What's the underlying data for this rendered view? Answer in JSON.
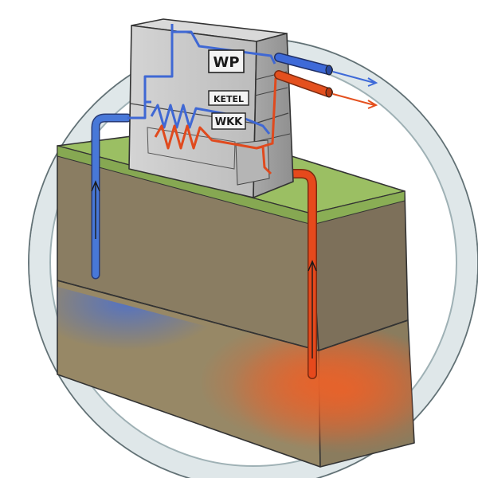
{
  "labels": {
    "wp": "WP",
    "ketel": "KETEL",
    "wkk": "WKK"
  },
  "colors": {
    "ring_outer": "#e8eef0",
    "ring_inner": "#b8c8cc",
    "grass": "#9bbf63",
    "soil_top": "#8a7d63",
    "soil_front": "#8c7f63",
    "soil_lower": "#9a8b6a",
    "cold": "#3d6fd8",
    "hot": "#e0481a",
    "cabinet": "#c9c9c9",
    "cabinet_dark": "#a6a6a6"
  }
}
